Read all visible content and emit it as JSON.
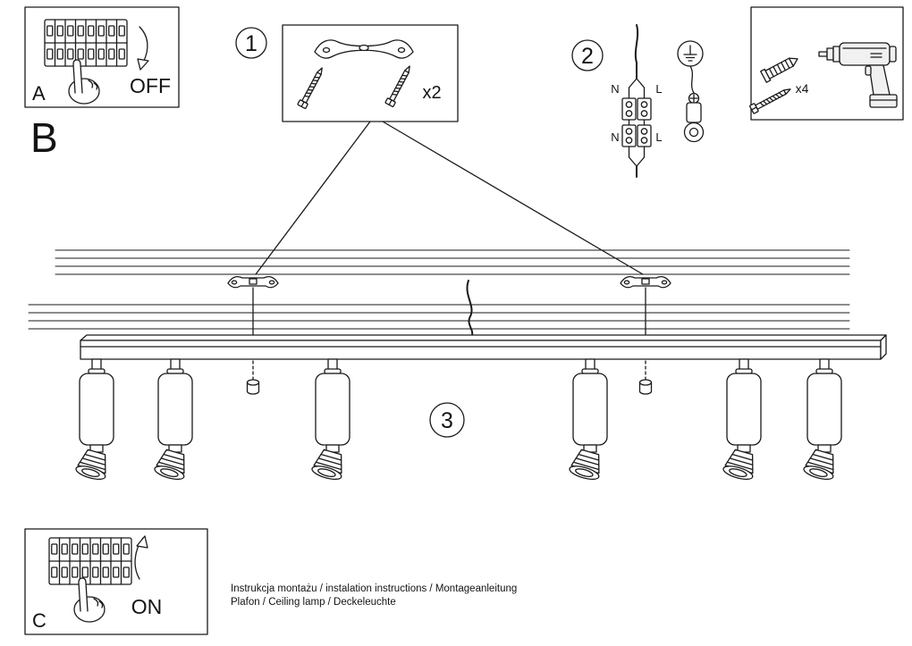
{
  "steps": {
    "a": {
      "label": "A",
      "action": "OFF"
    },
    "b": {
      "label": "B"
    },
    "c": {
      "label": "C",
      "action": "ON"
    },
    "one": {
      "number": "1",
      "quantity": "x2"
    },
    "two": {
      "number": "2",
      "wires": {
        "n_top": "N",
        "l_top": "L",
        "n_bottom": "N",
        "l_bottom": "L"
      }
    },
    "three": {
      "number": "3"
    }
  },
  "hardware": {
    "quantity": "x4"
  },
  "footer": {
    "line1": "Instrukcja montażu / instalation instructions / Montageanleitung",
    "line2": "Plafon / Ceiling lamp / Deckeleuchte"
  }
}
